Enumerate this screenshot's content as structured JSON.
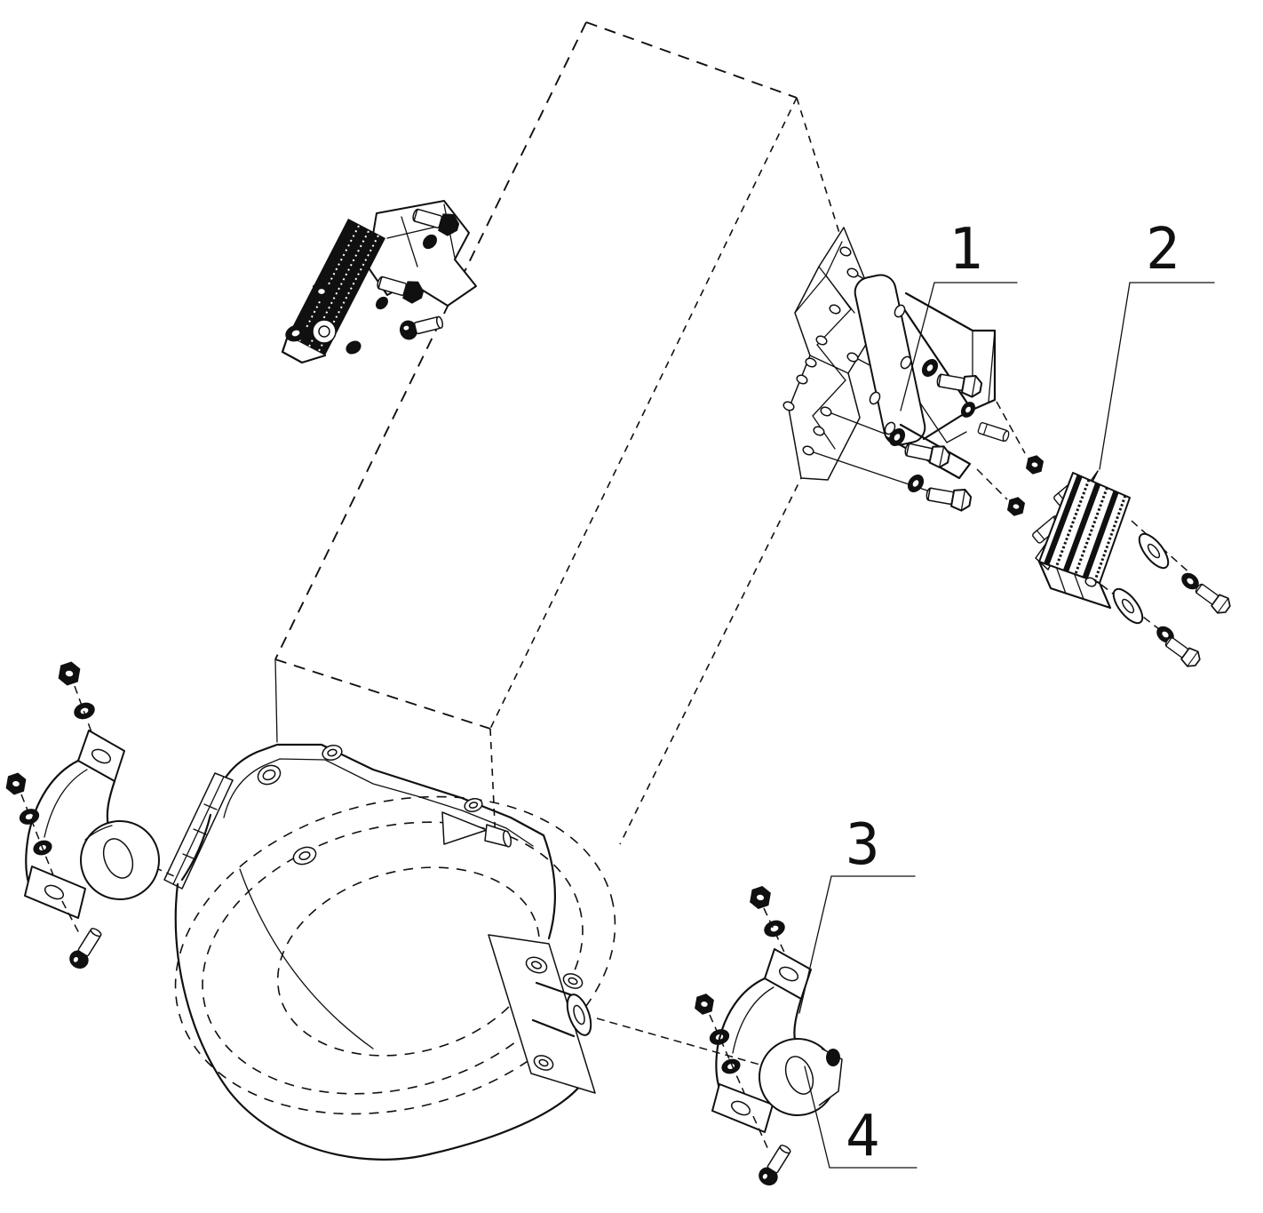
{
  "diagram": {
    "type": "exploded-parts-diagram",
    "subject": "gearbox-engine-mounting-assembly",
    "background_color": "#ffffff",
    "line_color": "#101010",
    "callouts": [
      {
        "label": "1",
        "points_to": "front-mount-bracket"
      },
      {
        "label": "2",
        "points_to": "front-mount-rubber-pad"
      },
      {
        "label": "3",
        "points_to": "side-mount-bracket"
      },
      {
        "label": "4",
        "points_to": "side-mount-bushing"
      }
    ]
  }
}
